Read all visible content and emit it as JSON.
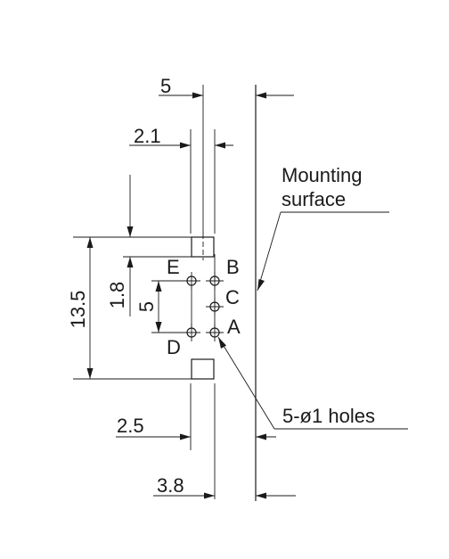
{
  "dimensions": {
    "d5_top": "5",
    "d2_1": "2.1",
    "d13_5": "13.5",
    "d1_8": "1.8",
    "d5_side": "5",
    "d2_5": "2.5",
    "d3_8": "3.8"
  },
  "pins": {
    "A": "A",
    "B": "B",
    "C": "C",
    "D": "D",
    "E": "E"
  },
  "notes": {
    "mounting_line1": "Mounting",
    "mounting_line2": "surface",
    "holes": "5-ø1 holes"
  }
}
